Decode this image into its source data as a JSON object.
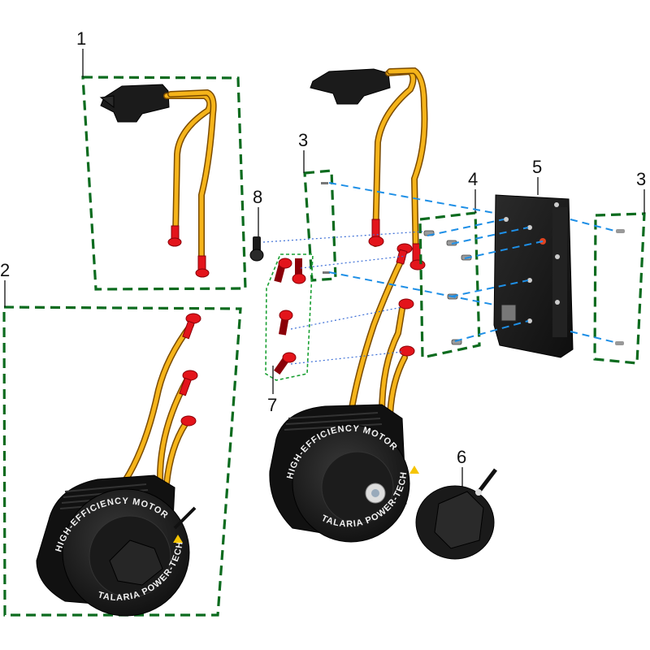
{
  "diagram": {
    "type": "exploded-parts-view",
    "callouts": [
      {
        "id": "1",
        "label": "1"
      },
      {
        "id": "2",
        "label": "2"
      },
      {
        "id": "3a",
        "label": "3"
      },
      {
        "id": "3b",
        "label": "3"
      },
      {
        "id": "4",
        "label": "4"
      },
      {
        "id": "5",
        "label": "5"
      },
      {
        "id": "6",
        "label": "6"
      },
      {
        "id": "7",
        "label": "7"
      },
      {
        "id": "8",
        "label": "8"
      }
    ],
    "motor_labels": {
      "line1": "HIGH-EFFICIENCY MOTOR",
      "line2": "TALARIA POWER-TECH"
    },
    "colors": {
      "group_border": "#0b6b1e",
      "guide_line": "#1e8fe6",
      "cable": "#f5b41a",
      "terminal": "#e3141b",
      "body": "#1b1b1b"
    }
  }
}
